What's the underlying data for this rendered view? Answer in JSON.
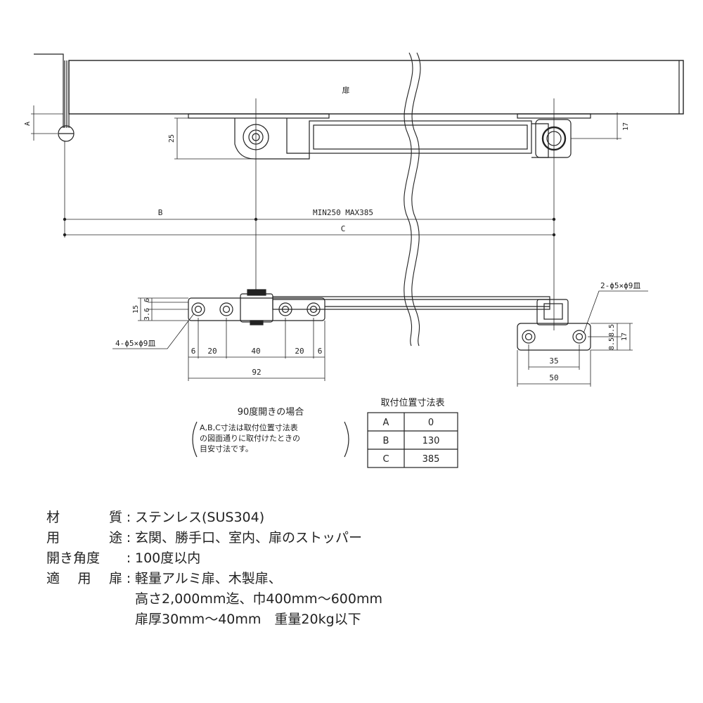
{
  "drawing": {
    "door_label": "扉",
    "dims": {
      "A": "A",
      "d25": "25",
      "d17_top": "17",
      "B": "B",
      "range": "MIN250 MAX385",
      "C": "C",
      "d15": "15",
      "d6": "6",
      "d3_6": "3.6",
      "d6a": "6",
      "d20a": "20",
      "d40": "40",
      "d20b": "20",
      "d6b": "6",
      "d92": "92",
      "d35": "35",
      "d50": "50",
      "d8_5a": "8.5",
      "d8_5b": "8.5",
      "d17_bot": "17",
      "holes_left": "4-ϕ5×ϕ9皿",
      "holes_right": "2-ϕ5×ϕ9皿"
    }
  },
  "note": {
    "title": "90度開きの場合",
    "lines": [
      "A,B,C寸法は取付位置寸法表",
      "の図面通りに取付けたときの",
      "目安寸法です。"
    ]
  },
  "table": {
    "title": "取付位置寸法表",
    "rows": [
      {
        "key": "A",
        "value": "0"
      },
      {
        "key": "B",
        "value": "130"
      },
      {
        "key": "C",
        "value": "385"
      }
    ]
  },
  "specs": [
    {
      "label": [
        "材",
        "質"
      ],
      "value": "ステンレス(SUS304)"
    },
    {
      "label": [
        "用",
        "途"
      ],
      "value": "玄関、勝手口、室内、扉のストッパー"
    },
    {
      "label": [
        "開き角度"
      ],
      "value": "100度以内"
    },
    {
      "label": [
        "適",
        "用",
        "扉"
      ],
      "value": "軽量アルミ扉、木製扉、"
    }
  ],
  "spec_continuation": [
    "高さ2,000mm迄、巾400mm～600mm",
    "扉厚30mm～40mm　重量20kg以下"
  ]
}
